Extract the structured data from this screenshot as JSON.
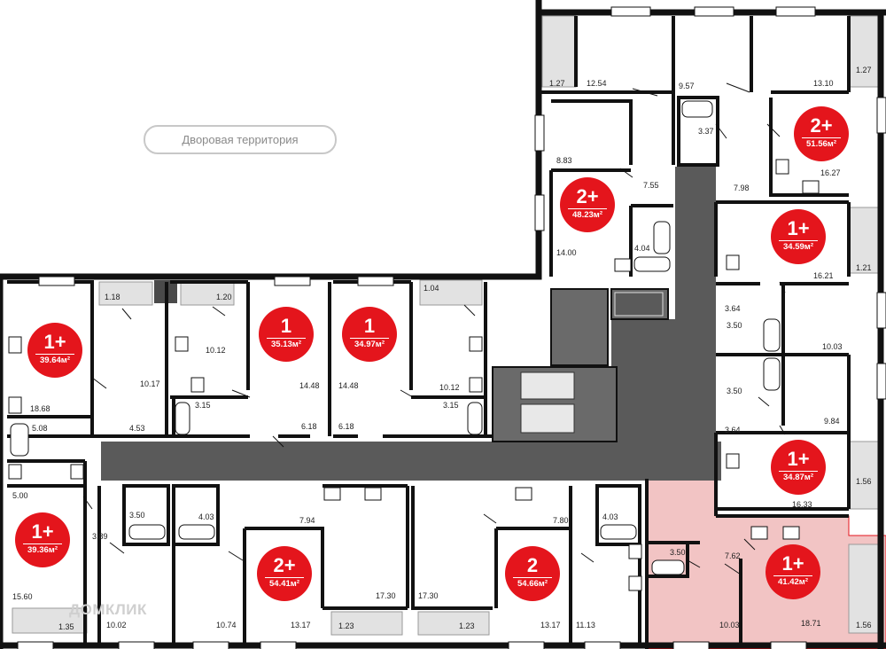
{
  "yard_label": "Дворовая территория",
  "watermark": "ДОМКЛИК",
  "colors": {
    "wall": "#111111",
    "corridor": "#5a5a5a",
    "badge": "#e4151c",
    "highlight": "#f2c4c4"
  },
  "units": [
    {
      "rooms": "1+",
      "area": "39.64м²"
    },
    {
      "rooms": "1",
      "area": "35.13м²"
    },
    {
      "rooms": "1",
      "area": "34.97м²"
    },
    {
      "rooms": "1+",
      "area": "39.36м²"
    },
    {
      "rooms": "2+",
      "area": "54.41м²"
    },
    {
      "rooms": "2",
      "area": "54.66м²"
    },
    {
      "rooms": "2+",
      "area": "48.23м²"
    },
    {
      "rooms": "2+",
      "area": "51.56м²"
    },
    {
      "rooms": "1+",
      "area": "34.59м²"
    },
    {
      "rooms": "1+",
      "area": "34.87м²"
    },
    {
      "rooms": "1+",
      "area": "41.42м²",
      "highlighted": true
    }
  ],
  "room_areas": [
    "1.27",
    "12.54",
    "9.57",
    "13.10",
    "1.27",
    "3.37",
    "8.83",
    "7.55",
    "16.27",
    "7.98",
    "14.00",
    "4.04",
    "16.21",
    "1.21",
    "1.18",
    "1.20",
    "1.04",
    "10.12",
    "10.12",
    "10.17",
    "14.48",
    "14.48",
    "18.68",
    "3.15",
    "3.15",
    "5.08",
    "4.53",
    "6.18",
    "6.18",
    "3.64",
    "3.50",
    "10.03",
    "3.50",
    "9.84",
    "3.64",
    "1.56",
    "16.33",
    "5.00",
    "3.50",
    "4.03",
    "7.94",
    "7.80",
    "4.03",
    "3.89",
    "3.50",
    "7.62",
    "15.60",
    "17.30",
    "17.30",
    "1.35",
    "10.02",
    "10.74",
    "13.17",
    "1.23",
    "1.23",
    "13.17",
    "11.13",
    "10.03",
    "18.71",
    "1.56"
  ]
}
